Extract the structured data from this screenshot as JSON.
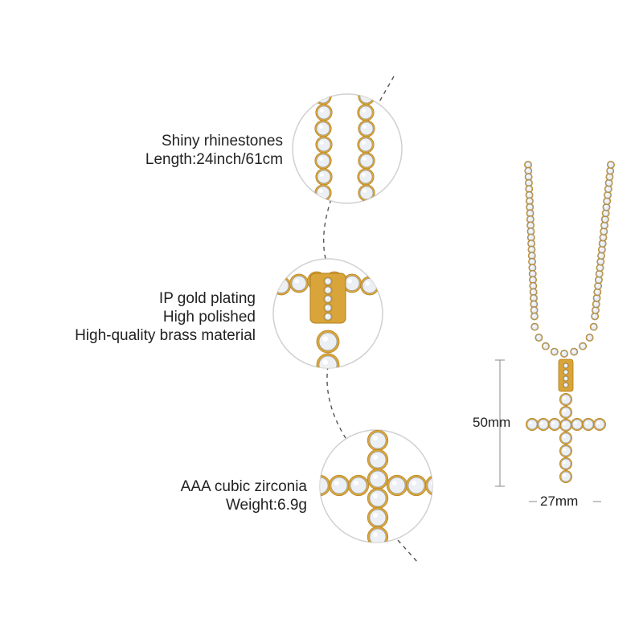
{
  "callouts": [
    {
      "lines": [
        "Shiny rhinestones",
        "Length:24inch/61cm"
      ]
    },
    {
      "lines": [
        "IP gold plating",
        "High polished",
        "High-quality brass material"
      ]
    },
    {
      "lines": [
        "AAA cubic zirconia",
        "Weight:6.9g"
      ]
    }
  ],
  "dimensions": {
    "height": "50mm",
    "width": "27mm"
  },
  "colors": {
    "gold": "#d9a53a",
    "gold_dark": "#b07e1c",
    "stone": "#eceff3",
    "stone_edge": "#9aa0a8",
    "lens_border": "#d0d0d0",
    "dash": "#555555"
  }
}
